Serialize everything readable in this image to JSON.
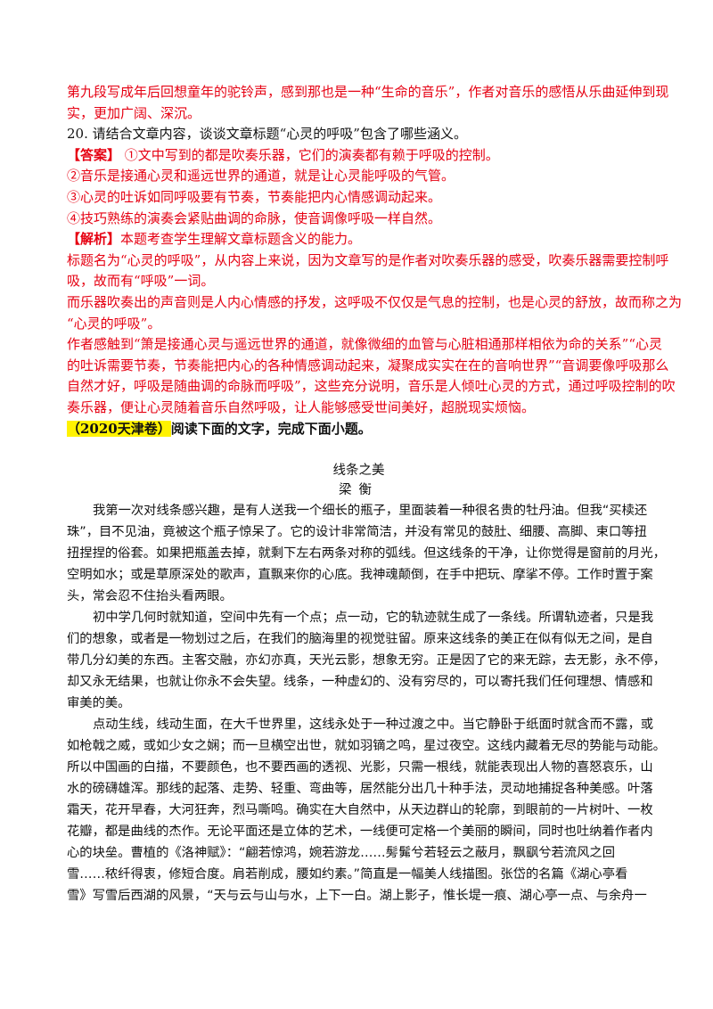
{
  "analysis": {
    "lines": [
      "第九段写成年后回想童年的驼铃声，感到那也是一种“生命的音乐”，作者对音乐的感悟从乐曲延伸到现",
      "实，更加广阔、深沉。"
    ]
  },
  "question": {
    "text": "20. 请结合文章内容，谈谈文章标题“心灵的呼吸”包含了哪些涵义。"
  },
  "answer": {
    "tag": "【答案】",
    "first": " ①文中写到的都是吹奏乐器，它们的演奏都有赖于呼吸的控制。",
    "items": [
      "②音乐是接通心灵和遥远世界的通道，就是让心灵能呼吸的气管。",
      "③心灵的吐诉如同呼吸要有节奏，节奏能把内心情感调动起来。",
      "④技巧熟练的演奏会紧贴曲调的命脉，使音调像呼吸一样自然。"
    ]
  },
  "explanation": {
    "tag": "【解析】",
    "first": "本题考查学生理解文章标题含义的能力。",
    "lines": [
      "标题名为“心灵的呼吸”，从内容上来说，因为文章写的是作者对吹奏乐器的感受，吹奏乐器需要控制呼",
      "吸，故而有“呼吸”一词。",
      "而乐器吹奏出的声音则是人内心情感的抒发，这呼吸不仅仅是气息的控制，也是心灵的舒放，故而称之为",
      "“心灵的呼吸”。",
      "作者感触到“箫是接通心灵与遥远世界的通道，就像微细的血管与心脏相通那样相依为命的关系”“心灵",
      "的吐诉需要节奏，节奏能把内心的各种情感调动起来，凝聚成实实在在的音响世界”“音调要像呼吸那么",
      "自然才好，呼吸是随曲调的命脉而呼吸”，这些充分说明，音乐是人倾吐心灵的方式，通过呼吸控制的吹",
      "奏乐器，便让心灵随着音乐自然呼吸，让人能够感受世间美好，超脱现实烦恼。"
    ]
  },
  "section": {
    "source": "（2020天津卷）",
    "instruction": "阅读下面的文字，完成下面小题。"
  },
  "passage": {
    "title": "线条之美",
    "author": "梁衡",
    "lines": [
      "我第一次对线条感兴趣，是有人送我一个细长的瓶子，里面装着一种很名贵的牡丹油。但我“买椟还",
      "珠”，目不见油，竟被这个瓶子惊呆了。它的设计非常简洁，并没有常见的鼓肚、细腰、高脚、束口等扭",
      "扭捏捏的俗套。如果把瓶盖去掉，就剩下左右两条对称的弧线。但这线条的干净，让你觉得是窗前的月光，",
      "空明如水；或是草原深处的歌声，直飘来你的心底。我神魂颠倒，在手中把玩、摩挲不停。工作时置于案",
      "头，常会忍不住抬头看两眼。",
      "初中学几何时就知道，空间中先有一个点；点一动，它的轨迹就生成了一条线。所谓轨迹者，只是我",
      "们的想象，或者是一物划过之后，在我们的脑海里的视觉驻留。原来这线条的美正在似有似无之间，是自",
      "带几分幻美的东西。主客交融，亦幻亦真，天光云影，想象无穷。正是因了它的来无踪，去无影，永不停，",
      "却又永无结果，也就让你永不会失望。线条，一种虚幻的、没有穷尽的，可以寄托我们任何理想、情感和",
      "审美的美。",
      "点动生线，线动生面，在大千世界里，这线永处于一种过渡之中。当它静卧于纸面时就含而不露，或",
      "如枪戟之威，或如少女之娴；而一旦横空出世，就如羽镝之鸣，星过夜空。这线内藏着无尽的势能与动能。",
      "所以中国画的白描，不要颜色，也不要西画的透视、光影，只需一根线，就能表现出人物的喜怒哀乐，山",
      "水的磅礴雄浑。那线的起落、走势、轻重、弯曲等，居然能分出几十种手法，灵动地捕捉各种美感。叶落",
      "霜天，花开早春，大河狂奔，烈马嘶鸣。确实在大自然中，从天边群山的轮廓，到眼前的一片树叶、一枚",
      "花瓣，都是曲线的杰作。无论平面还是立体的艺术，一线便可定格一个美丽的瞬间，同时也吐纳着作者内",
      "心的块垒。曹植的《洛神赋》：“翩若惊鸿，婉若游龙……髣髴兮若轻云之蔽月，飘飖兮若流风之回",
      "雪……秾纤得衷，修短合度。肩若削成，腰如约素。”简直是一幅美人线描图。张岱的名篇《湖心亭看",
      "雪》写雪后西湖的风景，“天与云与山与水，上下一白。湖上影子，惟长堤一痕、湖心亭一点、与余舟一"
    ]
  }
}
